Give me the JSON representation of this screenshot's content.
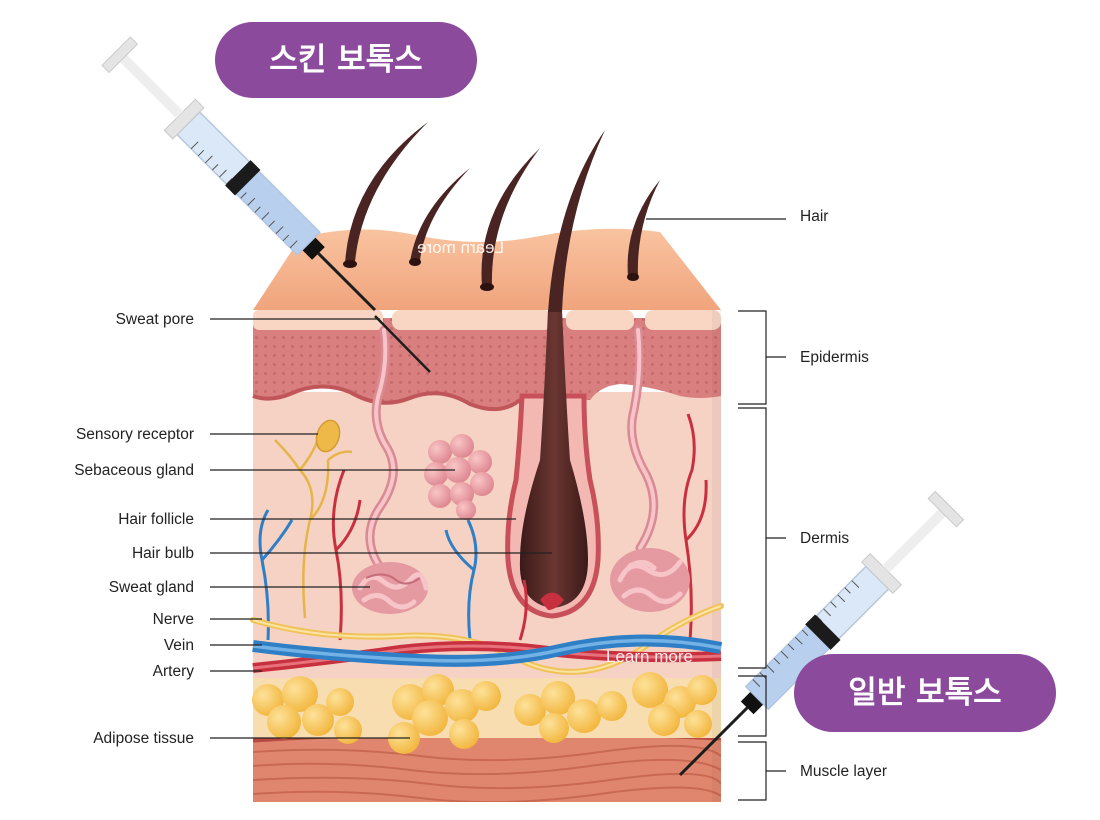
{
  "badges": {
    "skin_botox": "스킨 보톡스",
    "regular_botox": "일반 보톡스"
  },
  "watermarks": {
    "top_mirrored": "Learn more",
    "bottom": "Learn more"
  },
  "left_labels": {
    "sweat_pore": "Sweat pore",
    "sensory_receptor": "Sensory receptor",
    "sebaceous_gland": "Sebaceous gland",
    "hair_follicle": "Hair follicle",
    "hair_bulb": "Hair bulb",
    "sweat_gland": "Sweat gland",
    "nerve": "Nerve",
    "vein": "Vein",
    "artery": "Artery",
    "adipose_tissue": "Adipose tissue"
  },
  "right_labels": {
    "hair": "Hair",
    "epidermis": "Epidermis",
    "dermis": "Dermis",
    "muscle_layer": "Muscle layer"
  },
  "colors": {
    "badge": "#8b4a9c",
    "skin_surface": "#f5b48e",
    "epidermis": "#d97f7f",
    "dermis": "#f6d2c4",
    "fat": "#f5c14c",
    "muscle": "#e0866f",
    "vein": "#2f7fc6",
    "artery": "#c9303f",
    "nerve": "#f0c35a",
    "hair": "#4a2422"
  },
  "icons": {
    "syringe_top": "syringe-icon",
    "syringe_bottom": "syringe-icon"
  }
}
